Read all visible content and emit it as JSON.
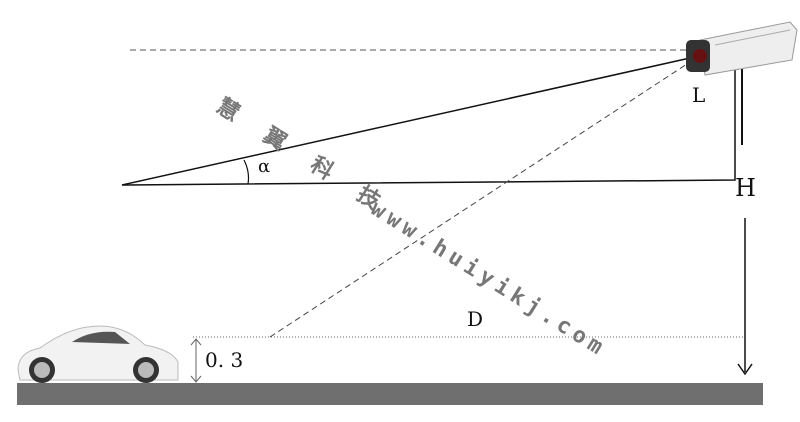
{
  "labels": {
    "L": "L",
    "H": "H",
    "alpha": "α",
    "D": "D",
    "height_value": "0. 3"
  },
  "watermark": {
    "name": "慧 翼 科 技",
    "url": "www.huiyikj.com"
  },
  "colors": {
    "ground": "#6f6f6f",
    "line": "#111111",
    "watermark": "#777777"
  },
  "icons": {
    "camera": "surveillance-camera-icon",
    "car": "car-icon"
  }
}
